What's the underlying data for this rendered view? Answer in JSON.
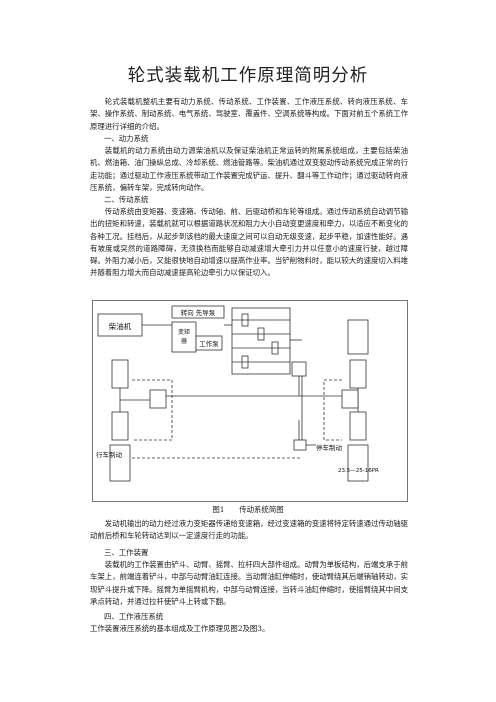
{
  "doc": {
    "title": "轮式装载机工作原理简明分析",
    "intro": "轮式装载机整机主要有动力系统、传动系统、工作装置、工作液压系统、转向液压系统、车架、操作系统、制动系统、电气系统、驾驶室、覆盖件、空调系统等构成。下面对前五个系统工作原理进行详细的介绍。",
    "s1_head": "一、动力系统",
    "s1_body": "装载机的动力系统由动力源柴油机以及保证柴油机正常运转的附属系统组成，主要包括柴油机、燃油箱、油门操纵总成、冷却系统、燃油管路等。柴油机通过双变驱动传动系统完成正常的行走功能；通过驱动工作液压系统带动工作装置完成铲运、提升、翻斗等工作动作；通过驱动转向液压系统，偏转车架，完成转向动作。",
    "s2_head": "二、传动系统",
    "s2_body": "传动系统由变矩器、变速箱、传动轴、前、后驱动桥和车轮等组成。通过传动系统自动调节输出的扭矩和转速，装载机就可以根据道路状况和阻力大小自动变更速度和牵力，以适应不断变化的各种工况。挂档后，从起步到该档的最大速度之间可以自动无级变速，起步平稳，加速性能好。遇有坡度或突然的道路障碍，无须换档而能够自动减速增大牵引力并以任意小的速度行驶，越过障碍。外阻力减小后，又能很快地自动增速以提高作业率。当铲削物料时，能以较大的速度切入料堆并随着阻力增大而自动减速提高轮边牵引力以保证切入。",
    "fig_caption": "图1　　传动系统简图",
    "s2_after": "发动机输出的动力经过液力变矩器传递给变速箱，经过变速箱的变速将特定转速通过传动轴驱动前后桥和车轮转动达到以一定速度行走的功能。",
    "s3_head": "三、工作装置",
    "s3_body": "装载机的工作装置由铲斗、动臂、摇臂、拉杆四大部件组成。动臂为单板结构，后端支承于前车架上，前端连着铲斗，中部与动臂油缸连接。当动臂油缸伸缩时，使动臂绕其后端销轴转动，实现铲斗提升或下降。摇臂为单摇臂机构，中部与动臂连接，当转斗油缸伸缩时，使摇臂绕其中间支承点转动，并通过拉杆使铲斗上转或下翻。",
    "s4_head": "四、工作液压系统",
    "s4_body": "工作装置液压系统的基本组成及工作原理见图2及图3。"
  },
  "figure": {
    "labels": {
      "engine": "柴油机",
      "pumps": "转向 先导泵",
      "converter": "变矩\n器",
      "work_pump": "工作泵",
      "service_brake": "行车制动",
      "park_brake": "停车制动",
      "tire": "23.5—25-16PR"
    }
  }
}
